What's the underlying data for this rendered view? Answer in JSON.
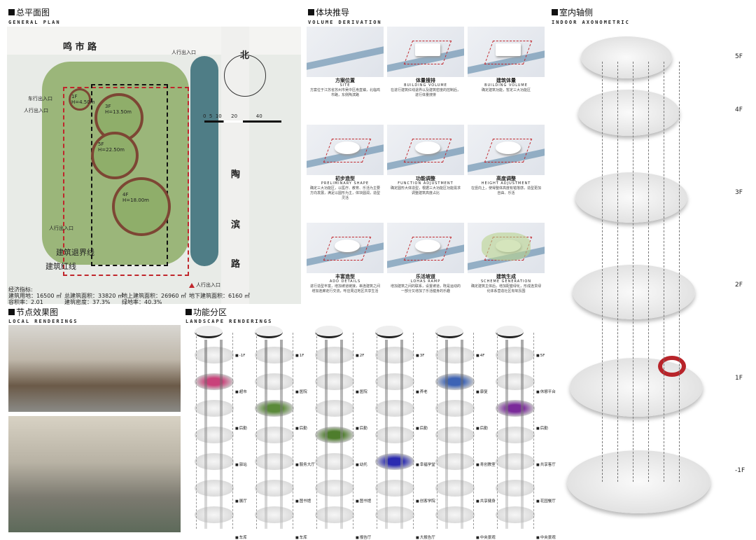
{
  "general_plan": {
    "title": "总平面图",
    "subtitle": "General plan",
    "road_north": "鸣 市 路",
    "road_east_1": "陶",
    "road_east_2": "滨",
    "road_east_3": "路",
    "north": "北",
    "scale": [
      "0",
      "5",
      "10",
      "20",
      "40"
    ],
    "labels": {
      "pedestrian_top": "人行出入口",
      "vehicle": "车行出入口",
      "pedestrian_left": "人行出入口",
      "pedestrian_lower": "人行出入口",
      "pedestrian_bottom": "人行出入口",
      "setback": "建筑退界线",
      "redline": "建筑红线"
    },
    "buildings": [
      {
        "floor": "1F",
        "height": "H=4.50m"
      },
      {
        "floor": "3F",
        "height": "H=13.50m"
      },
      {
        "floor": "5F",
        "height": "H=22.50m"
      },
      {
        "floor": "4F",
        "height": "H=18.00m"
      }
    ],
    "stats": {
      "heading": "经济指标:",
      "site_area": "建筑用地：16500 ㎡",
      "total_area": "总建筑面积：33820 ㎡",
      "above_area": "地上建筑面积：26960 ㎡",
      "below_area": "地下建筑面积：6160 ㎡",
      "far": "容积率：2.01",
      "density": "建筑密度：37.3%",
      "green": "绿地率：40.3%"
    }
  },
  "volume": {
    "title": "体块推导",
    "subtitle": "Volume derivation",
    "steps": [
      {
        "title": "方案位置",
        "en": "Site",
        "desc": "方案位于江苏省苏州市吴中区甪直镇，北临鸣市路，东侧陶滨路"
      },
      {
        "title": "体量搜排",
        "en": "Building volume",
        "desc": "在进行建筑红线退界以及建筑密度的控制后，进行体量搜排"
      },
      {
        "title": "建筑体量",
        "en": "Building volume",
        "desc": "确定建筑功能，暂定三大功能区"
      },
      {
        "title": "初步造型",
        "en": "Preliminary shape",
        "desc": "确定三大功能区，以医疗、教育、乐活为主要方向发展，满足以圆形为主，体块圆润，造型灵活"
      },
      {
        "title": "功能调整",
        "en": "Function adjustment",
        "desc": "确定圆形大体造型，根据三大功能区功能需求调整建筑高度占比"
      },
      {
        "title": "高度调整",
        "en": "Height adjustment",
        "desc": "在竖向上，使得整体高度有错落感，造型更加自由、乐活"
      },
      {
        "title": "丰富造型",
        "en": "Add details",
        "desc": "进行造型丰富，增加坡道链接，串连建筑之间增加连廊走行交流，呼应周边地区共享生活"
      },
      {
        "title": "乐活坡道",
        "en": "LOHAS Ramp",
        "desc": "增加建筑之间的联系，设置坡道，既是运动的一部分又增加了乐活健身的乐趣"
      },
      {
        "title": "建筑生成",
        "en": "Scheme generation",
        "desc": "确定建筑主体后，增加配套绿化，形成连贯绿化体系营造社区有氧氛围"
      }
    ]
  },
  "axonometric": {
    "title": "室内轴侧",
    "subtitle": "Indoor Axonometric",
    "floors": [
      "5F",
      "4F",
      "3F",
      "2F",
      "1F",
      "-1F"
    ]
  },
  "local": {
    "title": "节点效果图",
    "subtitle": "Local renderings"
  },
  "landscape": {
    "title": "功能分区",
    "subtitle": "Landscape renderings",
    "columns": [
      {
        "floor": "-1F",
        "tags": [
          "超市",
          "后勤",
          "驿站",
          "展厅",
          "车库"
        ],
        "color": "#c9427a"
      },
      {
        "floor": "1F",
        "tags": [
          "医院",
          "后勤",
          "服务大厅",
          "图书馆",
          "车库"
        ],
        "color": "#5b8a3a"
      },
      {
        "floor": "2F",
        "tags": [
          "医院",
          "后勤",
          "幼托",
          "图书馆",
          "报告厅"
        ],
        "color": "#4e7d2c"
      },
      {
        "floor": "3F",
        "tags": [
          "养老",
          "后勤",
          "幸福学堂",
          "创客学院",
          "大报告厅"
        ],
        "color": "#2a2ab0"
      },
      {
        "floor": "4F",
        "tags": [
          "康复",
          "后勤",
          "青创教室",
          "共享健身",
          "中央景观"
        ],
        "color": "#3d63b5"
      },
      {
        "floor": "5F",
        "tags": [
          "休憩平台",
          "后勤",
          "共享客厅",
          "花园餐厅",
          "中央景观"
        ],
        "color": "#7a2a9a"
      }
    ]
  },
  "colors": {
    "redline": "#c0262c",
    "water": "#4f7d86",
    "grass": "#8fae6a",
    "accent_red": "#b8242a"
  }
}
